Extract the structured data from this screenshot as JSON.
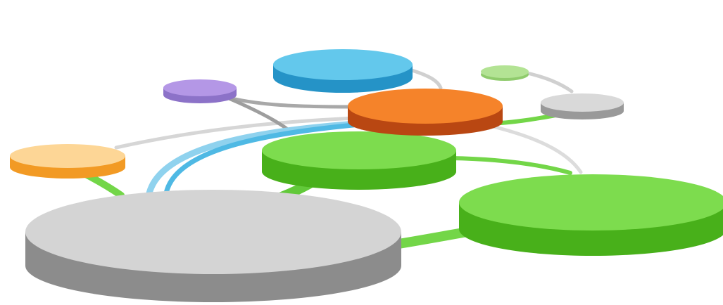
{
  "diagram": {
    "kind": "network-of-discs",
    "text_labels": [],
    "background": "#ffffff",
    "colors": {
      "gray_disc_top": "#d4d4d4",
      "gray_disc_side": "#8c8c8c",
      "green_disc_top": "#7ddc4e",
      "green_disc_side": "#48b01a",
      "orange_disc_top": "#f5832a",
      "orange_disc_side": "#b94712",
      "light_orange_disc_top": "#fdd696",
      "light_orange_disc_side": "#f29a24",
      "blue_disc_top": "#63c8ec",
      "blue_disc_side": "#2593c7",
      "purple_disc_top": "#b497e6",
      "purple_disc_side": "#8c72c8",
      "light_green_disc_top": "#b3e394",
      "small_gray_disc_top": "#d9d9d9",
      "small_gray_disc_side": "#999999",
      "connector_gray": "#c8c8c8",
      "connector_green": "#73d648",
      "connector_blue": "#4fb9e4"
    },
    "node_names": [
      "large-gray-disc",
      "large-green-disc",
      "center-green-disc",
      "orange-disc",
      "light-orange-disc",
      "blue-disc",
      "purple-disc",
      "small-gray-disc",
      "light-green-disc"
    ]
  }
}
